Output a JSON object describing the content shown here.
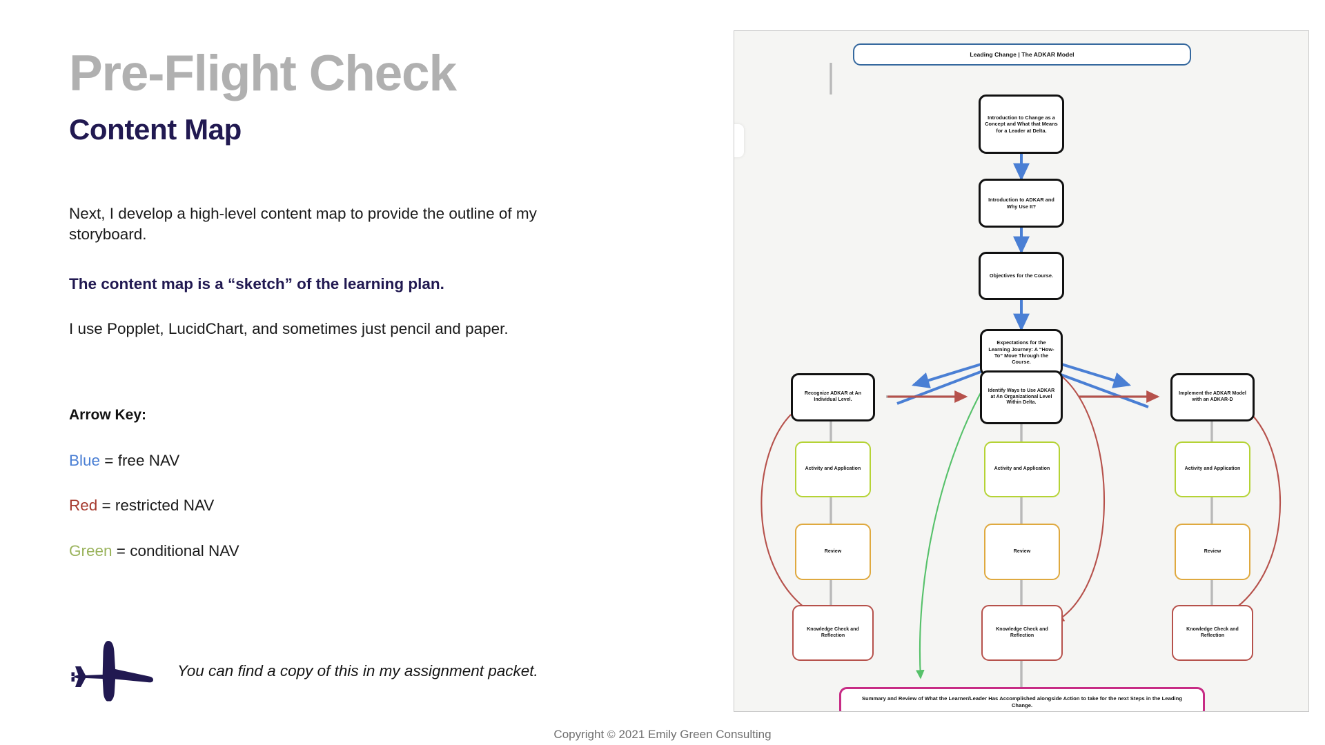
{
  "header": {
    "eyebrow": "Pre-Flight Check",
    "title": "Content Map"
  },
  "body": {
    "paragraph_1": "Next, I develop a high-level content map to provide the outline of my storyboard.",
    "paragraph_2": "The content map is a “sketch” of the learning plan.",
    "paragraph_3": "I use Popplet, LucidChart, and sometimes just pencil and paper."
  },
  "arrow_key": {
    "heading": "Arrow Key:",
    "items": [
      {
        "color_word": "Blue",
        "rest": " = free NAV",
        "hex": "#4a7fd4"
      },
      {
        "color_word": "Red",
        "rest": " = restricted NAV",
        "hex": "#a63a2e"
      },
      {
        "color_word": "Green",
        "rest": " = conditional NAV",
        "hex": "#9ab35c"
      }
    ]
  },
  "note": {
    "icon": "airplane-icon",
    "text": "You can find a copy of this in my assignment packet."
  },
  "footer": {
    "prefix": "Copyright",
    "mark": "©",
    "suffix": "2021 Emily Green Consulting"
  },
  "diagram": {
    "colors": {
      "blue_arrow": "#4a7fd4",
      "red_arrow": "#b6514b",
      "green_arrow": "#56c16a",
      "gray_connector": "#b9b9b9",
      "panel_bg": "#f5f5f3",
      "title_border": "#35689e",
      "node_border": "#111111",
      "activity_border": "#b5d335",
      "review_border": "#dfa93f",
      "knowledge_border": "#b6514b",
      "summary_border": "#c72c85"
    },
    "title_node": "Leading Change | The ADKAR Model",
    "spine": [
      "Introduction to Change as a Concept and What that Means for a Leader at Delta.",
      "Introduction to ADKAR and Why Use It?",
      "Objectives for the Course.",
      "Expectations for the Learning Journey: A “How-To” Move Through the Course."
    ],
    "branches": [
      {
        "head": "Recognize ADKAR at An Individual Level.",
        "activity": "Activity and Application",
        "review": "Review",
        "knowledge": "Knowledge Check and Reflection"
      },
      {
        "head": "Identify Ways to Use ADKAR at An Organizational Level Within Delta.",
        "activity": "Activity and Application",
        "review": "Review",
        "knowledge": "Knowledge Check and Reflection"
      },
      {
        "head": "Implement the ADKAR Model with an ADKAR-D",
        "activity": "Activity and Application",
        "review": "Review",
        "knowledge": "Knowledge Check and Reflection"
      }
    ],
    "summary": "Summary and Review of What the Learner/Leader Has Accomplished alongside Action to take for the next Steps in the Leading Change."
  }
}
